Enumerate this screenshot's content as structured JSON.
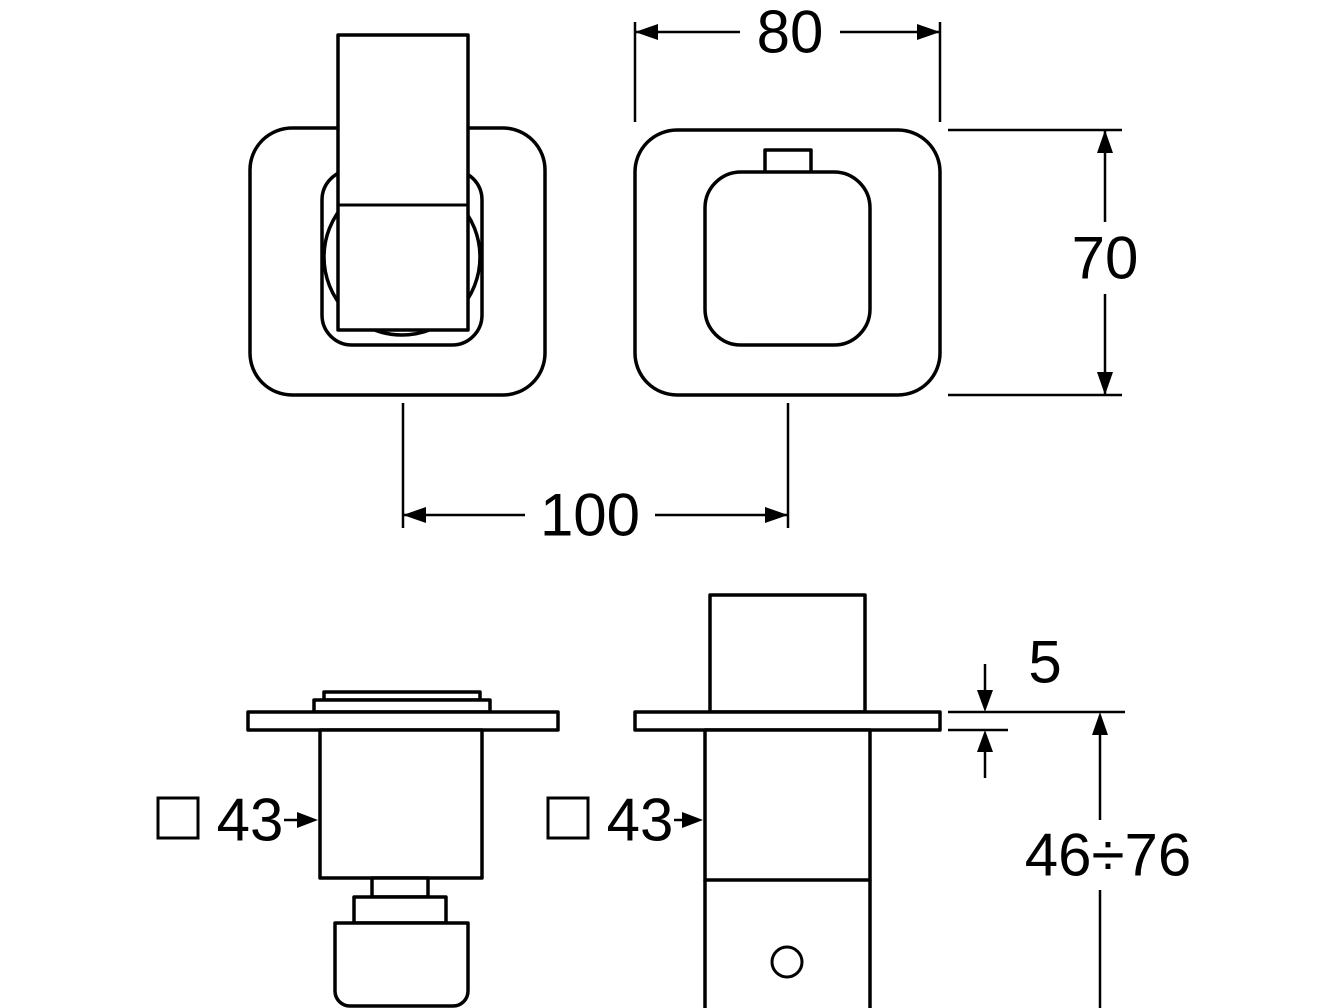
{
  "drawing": {
    "background_color": "#ffffff",
    "line_color": "#000000"
  },
  "dimensions": {
    "plate_width": "80",
    "plate_height": "70",
    "center_distance": "100",
    "plate_thickness": "5",
    "left_body_size": "43",
    "right_body_size": "43",
    "depth_range": "46÷76"
  }
}
